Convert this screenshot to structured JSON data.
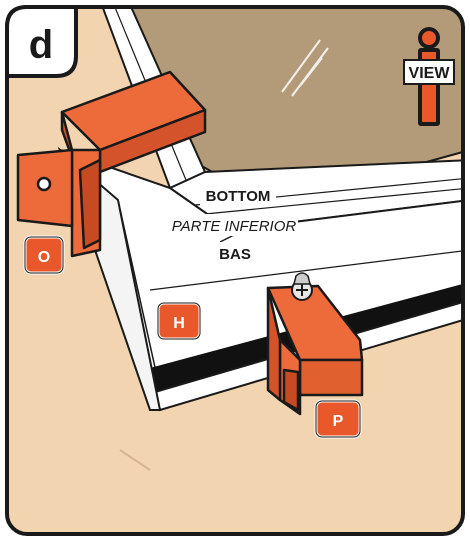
{
  "step": {
    "letter": "d"
  },
  "view_badge": {
    "label": "VIEW",
    "icon": "info-icon"
  },
  "labels": {
    "bottom_en": "BOTTOM",
    "bottom_es": "PARTE INFERIOR",
    "bottom_fr": "BAS"
  },
  "parts": {
    "o": "O",
    "h": "H",
    "p": "P"
  },
  "colors": {
    "background": "#f2d4b0",
    "glass": "#b39a78",
    "frame": "#ffffff",
    "bracket": "#ed6a3a",
    "badge": "#e8582a",
    "outline": "#1a1a1a"
  }
}
